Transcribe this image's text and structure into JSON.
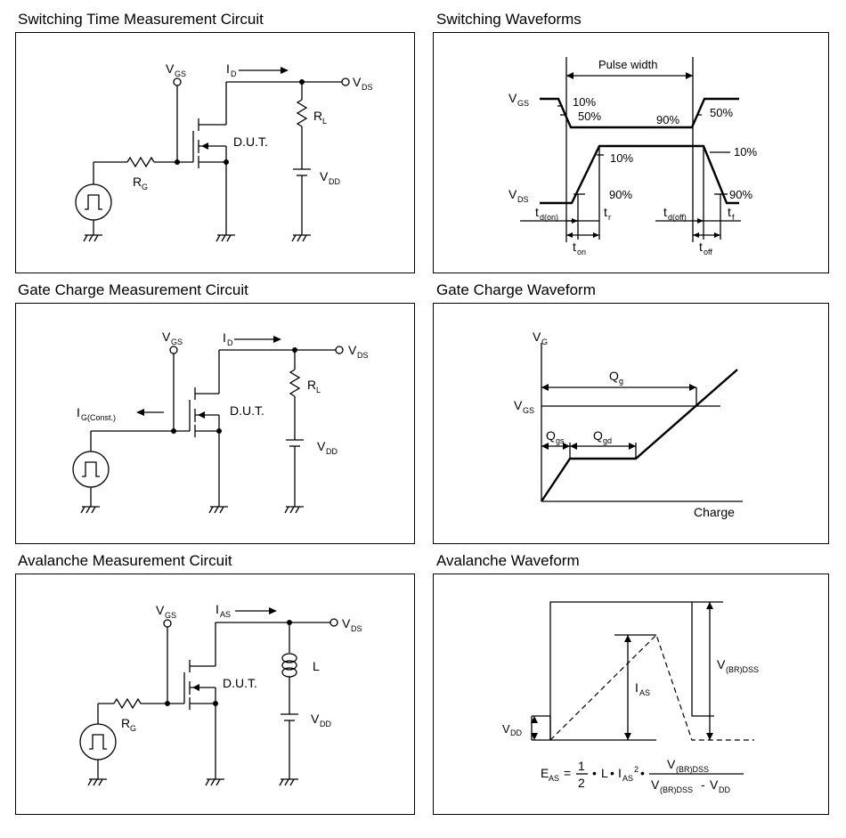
{
  "panels": {
    "sw_circuit": {
      "title": "Switching Time Measurement Circuit"
    },
    "sw_wave": {
      "title": "Switching Waveforms"
    },
    "gc_circuit": {
      "title": "Gate Charge Measurement Circuit"
    },
    "gc_wave": {
      "title": "Gate Charge Waveform"
    },
    "av_circuit": {
      "title": "Avalanche Measurement Circuit"
    },
    "av_wave": {
      "title": "Avalanche Waveform"
    }
  },
  "labels": {
    "V": "V",
    "I": "I",
    "R": "R",
    "t": "t",
    "Q": "Q",
    "E": "E",
    "L": "L",
    "GS": "GS",
    "DS": "DS",
    "D": "D",
    "DD": "DD",
    "Lsub": "L",
    "Gsub": "G",
    "AS": "AS",
    "dut": "D.U.T.",
    "gconst": "G(Const.)",
    "pulse_width": "Pulse width",
    "p10": "10%",
    "p50": "50%",
    "p90": "90%",
    "don": "d(on)",
    "doff": "d(off)",
    "r": "r",
    "f": "f",
    "on": "on",
    "off": "off",
    "g": "g",
    "gs": "gs",
    "gd": "gd",
    "G": "G",
    "charge": "Charge",
    "brdss": "(BR)DSS",
    "half_num": "1",
    "half_den": "2",
    "eq": "=",
    "dot": "•",
    "sq": "2",
    "minus": "-"
  }
}
